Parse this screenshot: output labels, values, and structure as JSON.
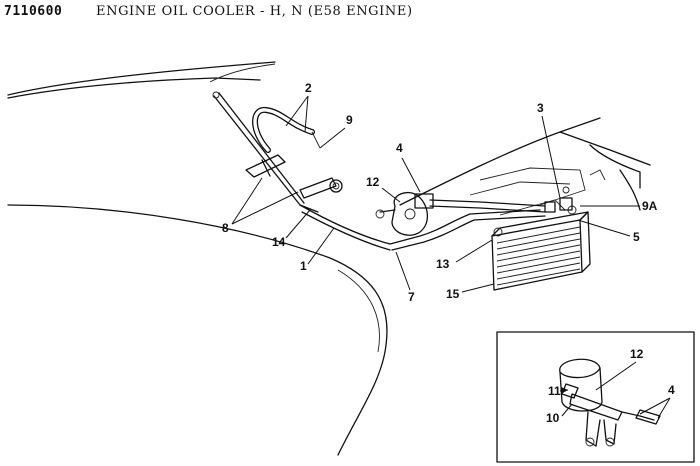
{
  "header": {
    "doc_number": "7110600",
    "title": "ENGINE OIL COOLER - H, N (E58 ENGINE)"
  },
  "callouts": {
    "c1": "1",
    "c2": "2",
    "c3": "3",
    "c4": "4",
    "c5": "5",
    "c7": "7",
    "c8": "8",
    "c9": "9",
    "c9a": "9A",
    "c12": "12",
    "c13": "13",
    "c14": "14",
    "c15": "15"
  },
  "inset": {
    "c4": "4",
    "c10": "10",
    "c11": "11",
    "c12": "12"
  }
}
